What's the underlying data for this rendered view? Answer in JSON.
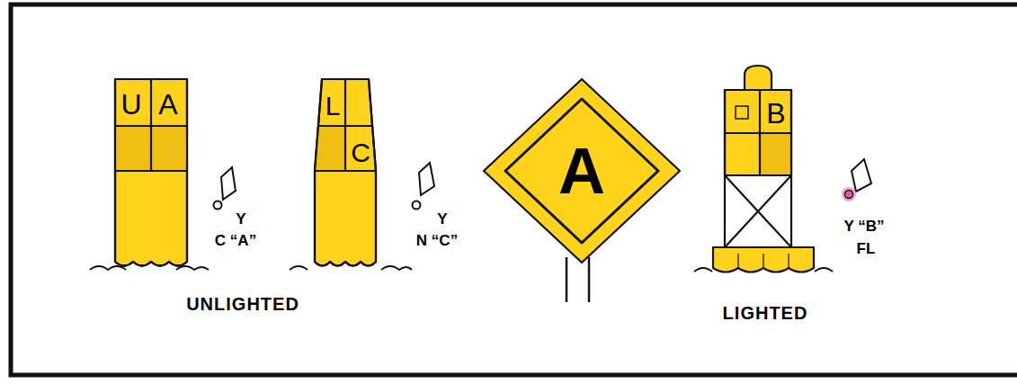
{
  "diagram": {
    "nodes": [
      {
        "text": [
          "U",
          "A"
        ]
      },
      {
        "text": [
          "L",
          "C"
        ]
      },
      {
        "text": [
          "A"
        ]
      },
      {
        "text": [
          "B"
        ]
      }
    ],
    "labels": [
      "Y",
      "C “A”",
      "Y",
      "N “C”",
      "Y “B”",
      "FL",
      "UNLIGHTED",
      "LIGHTED"
    ]
  }
}
